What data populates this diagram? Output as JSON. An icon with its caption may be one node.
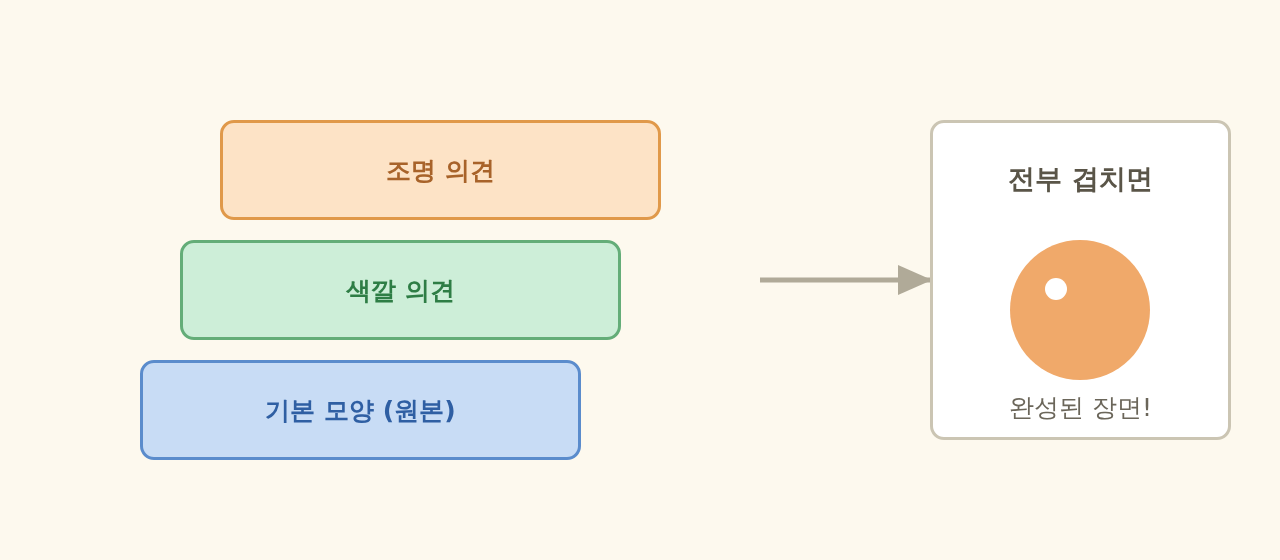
{
  "diagram": {
    "nodes": [
      {
        "text": [
          "조명 의견"
        ]
      },
      {
        "text": [
          "색깔 의견"
        ]
      },
      {
        "text": [
          "기본 모양 (원본)"
        ]
      },
      {
        "text": [
          "전부 겹치면",
          "완성된 장면!"
        ]
      }
    ],
    "edges": [
      {
        "from": null,
        "to": 3,
        "arrow": "to"
      }
    ]
  }
}
